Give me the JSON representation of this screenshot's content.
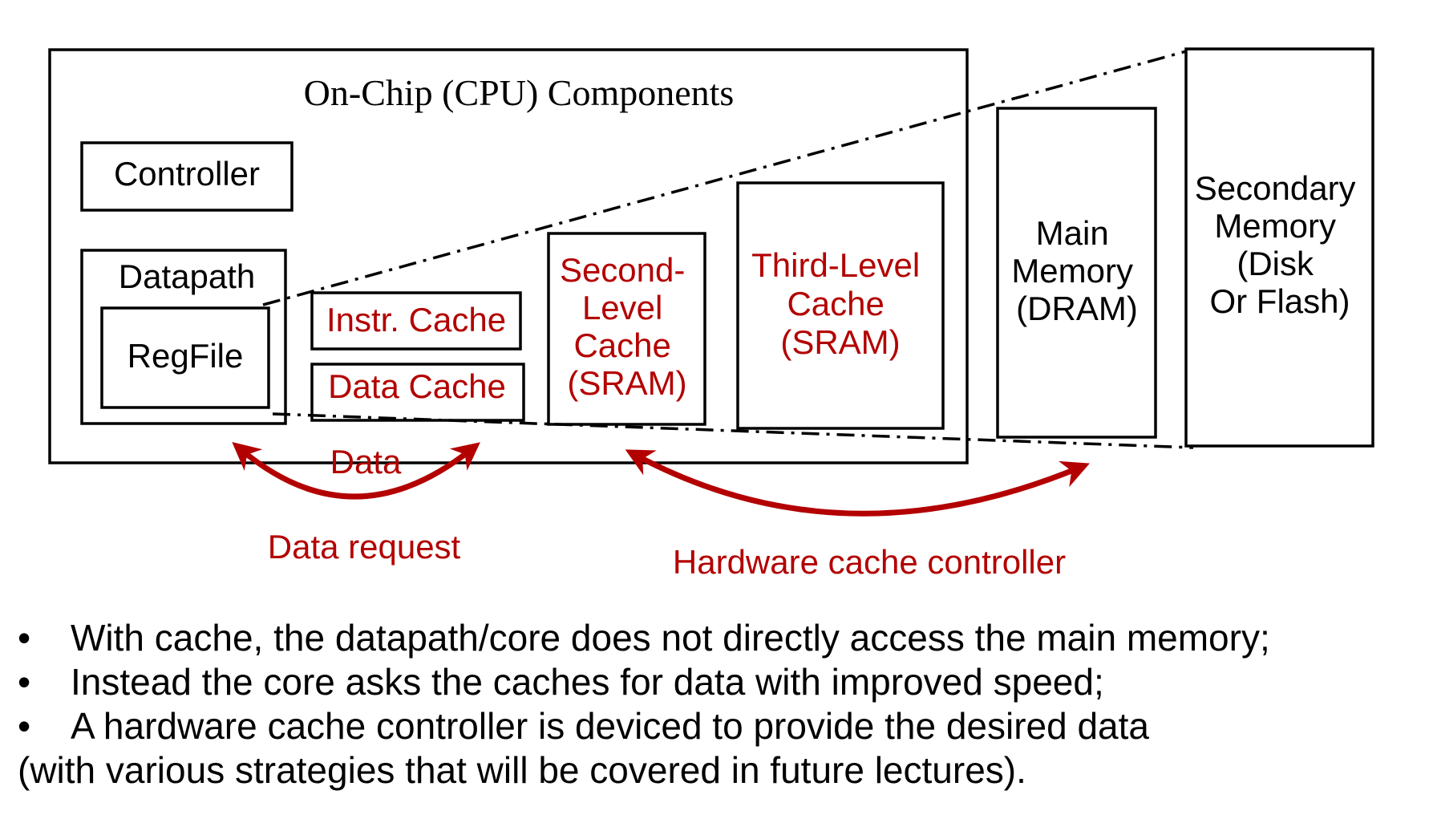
{
  "diagram": {
    "chip_title": "On-Chip (CPU) Components",
    "controller": "Controller",
    "datapath": "Datapath",
    "regfile": "RegFile",
    "instr_cache": "Instr. Cache",
    "data_cache": "Data Cache",
    "second_level": [
      "Second-",
      "Level",
      "Cache",
      "(SRAM)"
    ],
    "third_level": [
      "Third-Level",
      "Cache",
      "(SRAM)"
    ],
    "main_memory": [
      "Main",
      "Memory",
      "(DRAM)"
    ],
    "secondary_memory": [
      "Secondary",
      "Memory",
      "(Disk",
      "Or Flash)"
    ],
    "arrow_top_label": "Data",
    "arrow_left_label": "Data request",
    "arrow_right_label": "Hardware cache controller"
  },
  "bullets": [
    "With cache, the datapath/core does not directly access the main memory;",
    "Instead the core asks the caches for data with improved speed;",
    "A hardware cache controller is deviced to provide the desired data"
  ],
  "bullet_symbol": "•",
  "continuation": "(with various strategies that will be covered in future lectures).",
  "colors": {
    "accent_red": "#b30000",
    "line": "#000000"
  }
}
